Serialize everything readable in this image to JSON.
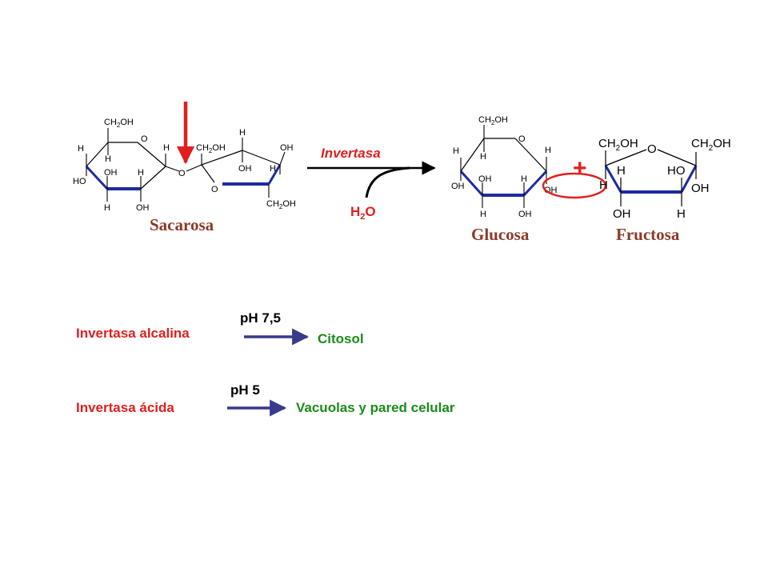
{
  "colors": {
    "red": "#e0201f",
    "brown": "#8b3a2a",
    "blue": "#1e2ba0",
    "green": "#1a8c1a",
    "arrow": "#3a3a8c",
    "black": "#000000"
  },
  "labels": {
    "sacarosa": "Sacarosa",
    "glucosa": "Glucosa",
    "fructosa": "Fructosa",
    "enzyme": "Invertasa",
    "water_main": "H",
    "water_sub": "2",
    "water_tail": "O",
    "plus": "+"
  },
  "atoms": {
    "ch2oh_main": "CH",
    "ch2oh_sub": "2",
    "ch2oh_tail": "OH",
    "h": "H",
    "o": "O",
    "oh": "OH",
    "ho": "HO"
  },
  "pathways": [
    {
      "enzyme": "Invertasa alcalina",
      "condition": "pH 7,5",
      "location": "Citosol"
    },
    {
      "enzyme": "Invertasa ácida",
      "condition": "pH 5",
      "location": "Vacuolas y pared celular"
    }
  ]
}
